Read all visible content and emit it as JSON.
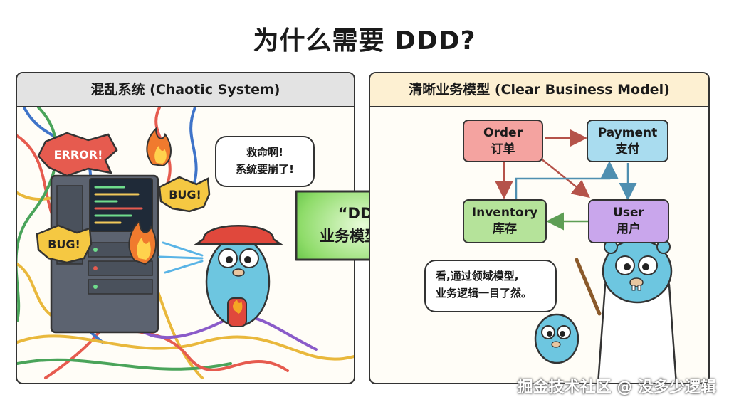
{
  "title": "为什么需要 DDD?",
  "left_panel": {
    "header": "混乱系统 (Chaotic System)",
    "bubble_line1": "救命啊!",
    "bubble_line2": "系统要崩了!",
    "tags": [
      "ERROR!",
      "BUG!",
      "BUG!"
    ]
  },
  "center_arrow": {
    "line1": "“DDD:",
    "line2": "业务模型驱动"
  },
  "right_panel": {
    "header": "清晰业务模型 (Clear Business Model)",
    "boxes": [
      {
        "en": "Order",
        "zh": "订单",
        "color": "#f4a3a0"
      },
      {
        "en": "Payment",
        "zh": "支付",
        "color": "#a9dcef"
      },
      {
        "en": "Inventory",
        "zh": "库存",
        "color": "#b5e39a"
      },
      {
        "en": "User",
        "zh": "用户",
        "color": "#c9a6ec"
      }
    ],
    "bubble_line1": "看,通过领域模型,",
    "bubble_line2": "业务逻辑一目了然。"
  },
  "watermark": "掘金技术社区 @ 没多少逻辑"
}
